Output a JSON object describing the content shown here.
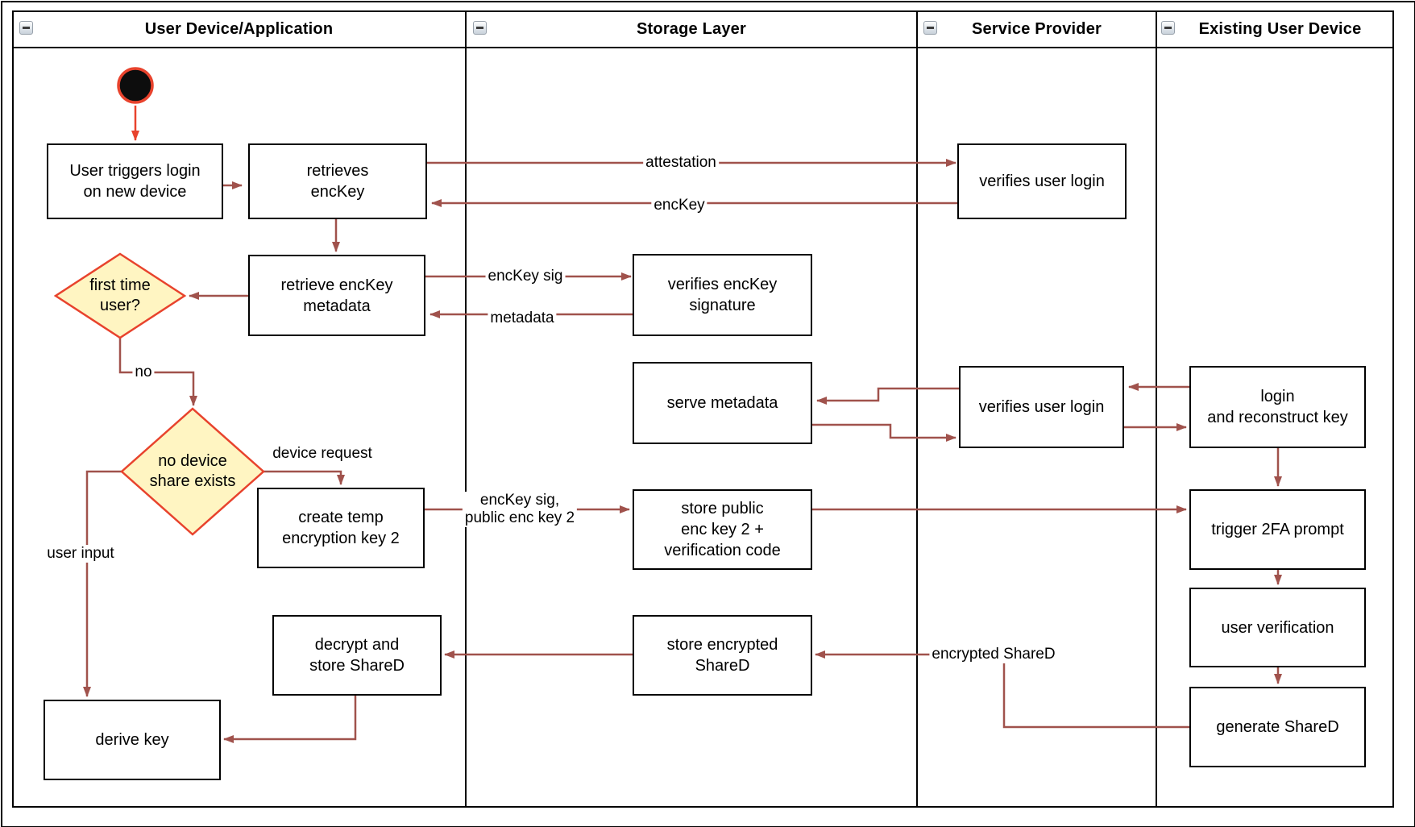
{
  "diagram": {
    "title_hint": "swimlane activity diagram for key recovery login flow",
    "lanes": [
      {
        "title": "User Device/Application",
        "collapse_icon": "minus"
      },
      {
        "title": "Storage Layer",
        "collapse_icon": "minus"
      },
      {
        "title": "Service Provider",
        "collapse_icon": "minus"
      },
      {
        "title": "Existing User Device",
        "collapse_icon": "minus"
      }
    ],
    "nodes": {
      "user_triggers": "User triggers login\non new device",
      "retrieves_enckey": "retrieves\nencKey",
      "verifies_user_login_1": "verifies user login",
      "retrieve_metadata": "retrieve encKey\nmetadata",
      "verifies_enckey_signature": "verifies encKey\nsignature",
      "serve_metadata": "serve metadata",
      "verifies_user_login_2": "verifies user login",
      "login_reconstruct": "login\nand reconstruct key",
      "create_temp_key": "create temp\nencryption key 2",
      "store_public_key": "store public\nenc key 2 +\nverification code",
      "trigger_2fa": "trigger 2FA prompt",
      "decrypt_store_shared": "decrypt and\nstore ShareD",
      "store_encrypted_shared": "store encrypted\nShareD",
      "user_verification": "user verification",
      "generate_shared": "generate ShareD",
      "derive_key": "derive key"
    },
    "decisions": {
      "first_time_user": "first time\nuser?",
      "no_device_share": "no device\nshare exists"
    },
    "edge_labels": {
      "attestation": "attestation",
      "enckey": "encKey",
      "enckey_sig": "encKey sig",
      "metadata": "metadata",
      "no": "no",
      "device_request": "device request",
      "user_input": "user input",
      "enckey_sig_public": "encKey sig,\npublic enc key 2",
      "encrypted_shared": "encrypted ShareD"
    },
    "colors": {
      "edge": "#a0524c",
      "accent_red": "#e8432d",
      "decision_fill": "#fff5c2",
      "node_border": "#000000",
      "start_fill": "#0d0d0d"
    }
  }
}
